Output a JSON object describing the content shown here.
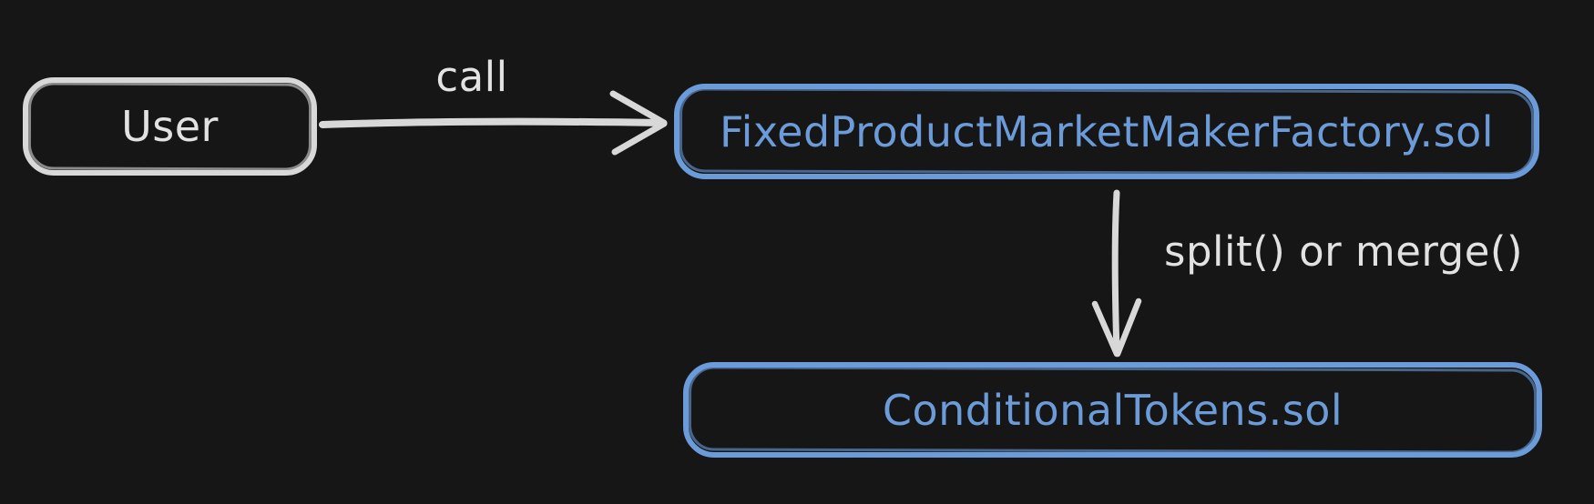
{
  "colors": {
    "background": "#161616",
    "box_blue": "#6b9bd9",
    "stroke_light": "#d8d8d8",
    "text_light": "#e2e2e2"
  },
  "nodes": {
    "user": {
      "label": "User"
    },
    "factory": {
      "label": "FixedProductMarketMakerFactory.sol"
    },
    "conditional": {
      "label": "ConditionalTokens.sol"
    }
  },
  "edges": {
    "call": {
      "label": "call",
      "from": "user",
      "to": "factory"
    },
    "split_merge": {
      "label": "split() or merge()",
      "from": "factory",
      "to": "conditional"
    }
  }
}
